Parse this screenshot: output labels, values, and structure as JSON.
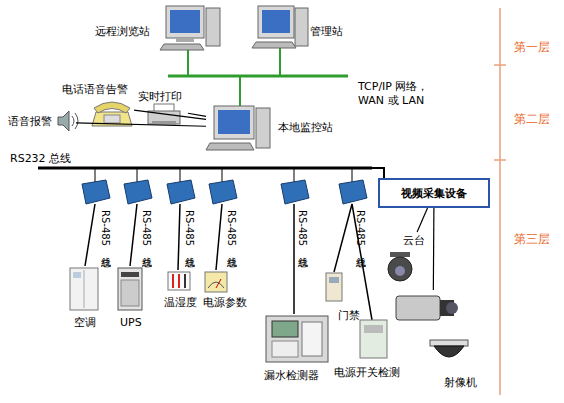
{
  "diagram": {
    "nodes": [
      {
        "text": [
          "远程浏览站"
        ]
      },
      {
        "text": [
          "管理站"
        ]
      },
      {
        "text": [
          "电话语音告警"
        ]
      },
      {
        "text": [
          "实时打印"
        ]
      },
      {
        "text": [
          "语音报警"
        ]
      },
      {
        "text": [
          "本地监控站"
        ]
      },
      {
        "text": [
          "视频采集设备"
        ]
      },
      {
        "text": [
          "云台"
        ]
      },
      {
        "text": [
          "空调"
        ]
      },
      {
        "text": [
          "UPS"
        ]
      },
      {
        "text": [
          "温湿度"
        ]
      },
      {
        "text": [
          "电源参数"
        ]
      },
      {
        "text": [
          "门禁"
        ]
      },
      {
        "text": [
          "漏水检测器"
        ]
      },
      {
        "text": [
          "电源开关检测"
        ]
      },
      {
        "text": [
          "射像机"
        ]
      }
    ],
    "edges": [
      {
        "from": 5,
        "to": 2,
        "arrow": "none"
      },
      {
        "from": 5,
        "to": 3,
        "arrow": "none"
      },
      {
        "from": 5,
        "to": 4,
        "arrow": "none"
      },
      {
        "from": 6,
        "to": 7,
        "arrow": "none"
      },
      {
        "from": 6,
        "to": 15,
        "arrow": "none"
      }
    ],
    "labels": [
      "第一层",
      "第二层",
      "第三层",
      "TCP/IP 网络， WAN 或 LAN",
      "RS232 总线",
      "RS-485 总线",
      "RS-485 总线",
      "RS-485 总线",
      "RS-485 总线",
      "RS-485 总线",
      "RS-485 总线"
    ]
  }
}
